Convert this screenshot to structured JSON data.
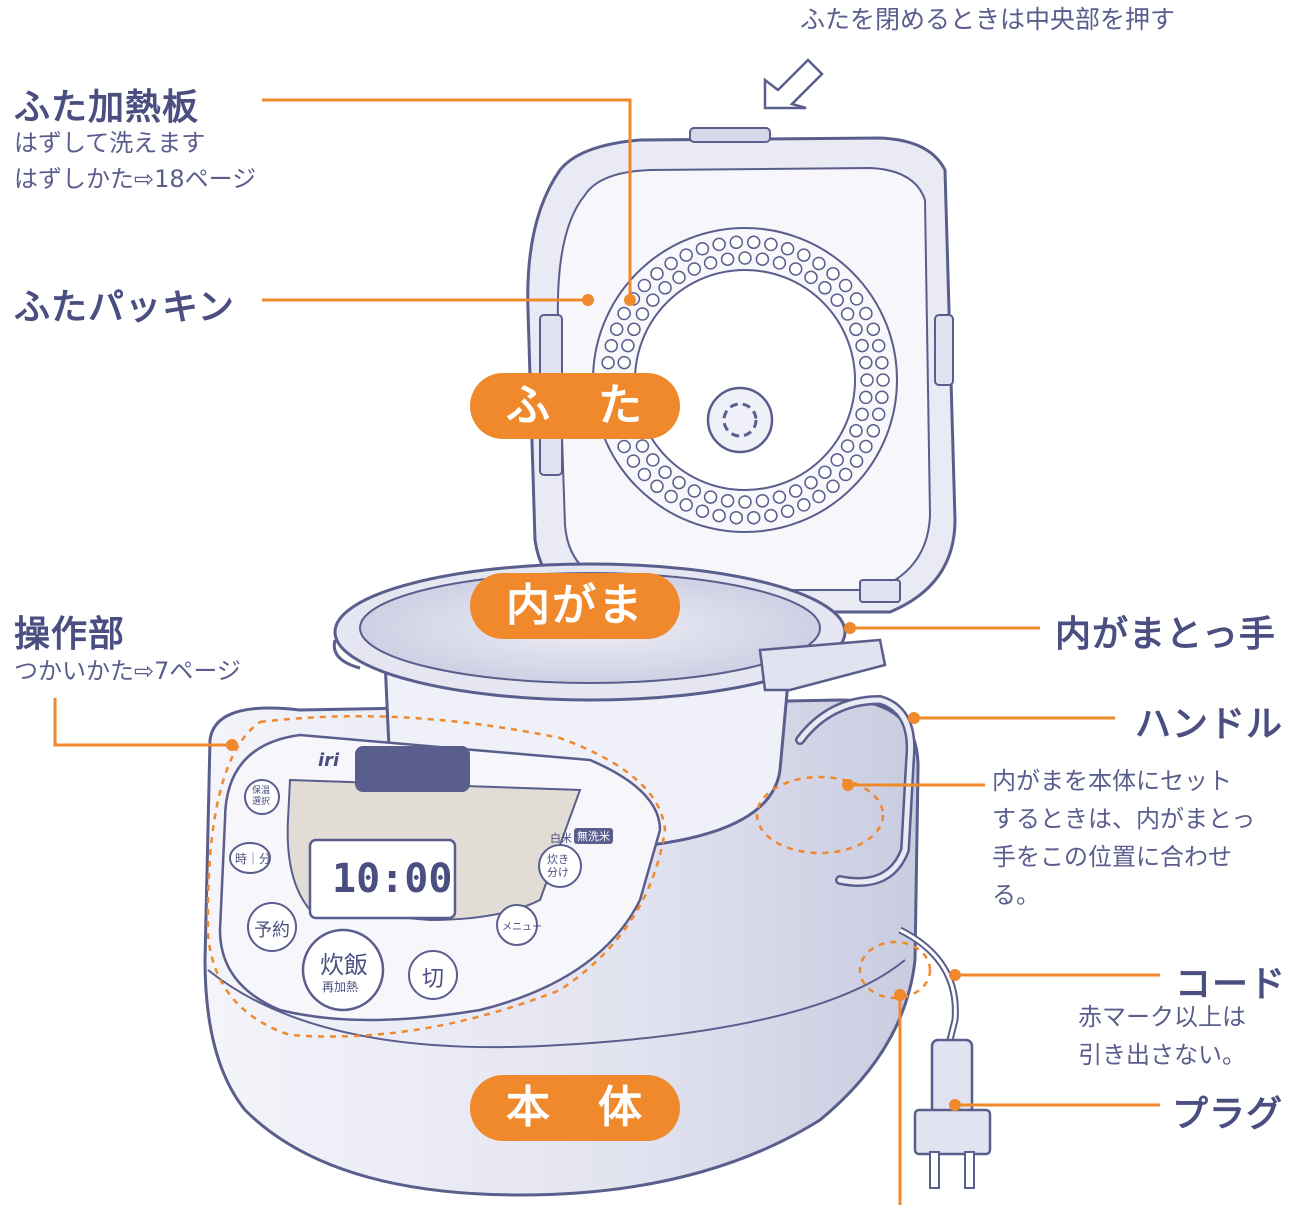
{
  "top_note": "ふたを閉めるときは中央部を押す",
  "labels": {
    "lid_heater": {
      "title": "ふた加熱板",
      "line1": "はずして洗えます",
      "line2": "はずしかた⇨18ページ"
    },
    "lid_packing": {
      "title": "ふたパッキン"
    },
    "controls": {
      "title": "操作部",
      "line1": "つかいかた⇨7ページ"
    },
    "pot_handle": {
      "title": "内がまとっ手"
    },
    "handle": {
      "title": "ハンドル"
    },
    "set_note": [
      "内がまを本体にセット",
      "するときは、内がまとっ",
      "手をこの位置に合わせ",
      "る。"
    ],
    "cord": {
      "title": "コード",
      "line1": "赤マーク以上は",
      "line2": "引き出さない。"
    },
    "plug": {
      "title": "プラグ"
    }
  },
  "parts": {
    "lid": "ふ　た",
    "inner_pot": "内がま",
    "body": "本　体"
  },
  "panel": {
    "brand": "iri",
    "display_time": "10:00",
    "btn_keep_warm": "保温選択",
    "btn_time": "時｜分",
    "btn_reserve": "予約",
    "btn_cook": "炊飯",
    "btn_cook_sub": "再加熱",
    "btn_off": "切",
    "btn_menu": "メニュー",
    "btn_select": "炊き分け",
    "label_rice": "白米",
    "label_mode": "無洗米"
  },
  "colors": {
    "accent": "#f0882c",
    "line": "#5a5e8c",
    "fill": "#e8e9f4"
  }
}
